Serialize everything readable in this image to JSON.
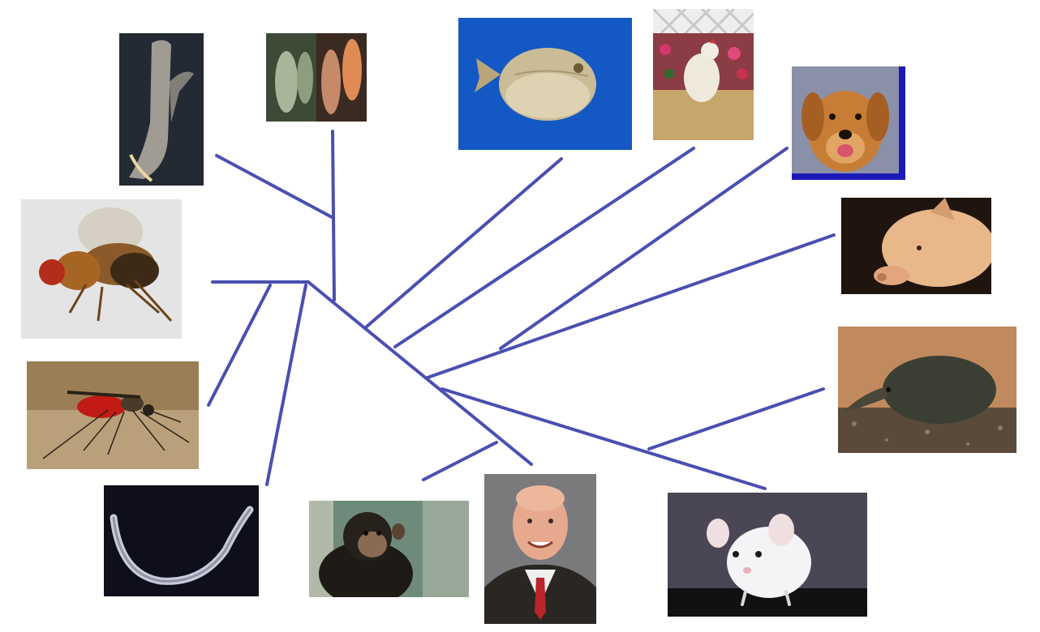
{
  "diagram": {
    "branch_color": "#4a4fb0",
    "organisms": [
      {
        "key": "sea-squirt",
        "icon": "sea-squirt-photo"
      },
      {
        "key": "sponge",
        "icon": "sponge-photo"
      },
      {
        "key": "pufferfish",
        "icon": "pufferfish-photo"
      },
      {
        "key": "chicken",
        "icon": "chicken-photo"
      },
      {
        "key": "dog",
        "icon": "dog-photo"
      },
      {
        "key": "pig",
        "icon": "pig-photo"
      },
      {
        "key": "fruit-fly",
        "icon": "fruit-fly-photo"
      },
      {
        "key": "shrew",
        "icon": "shrew-photo"
      },
      {
        "key": "mosquito",
        "icon": "mosquito-photo"
      },
      {
        "key": "nematode-worm",
        "icon": "worm-photo"
      },
      {
        "key": "chimpanzee",
        "icon": "chimpanzee-photo"
      },
      {
        "key": "human",
        "icon": "human-portrait-photo"
      },
      {
        "key": "mouse",
        "icon": "mouse-photo"
      }
    ]
  }
}
